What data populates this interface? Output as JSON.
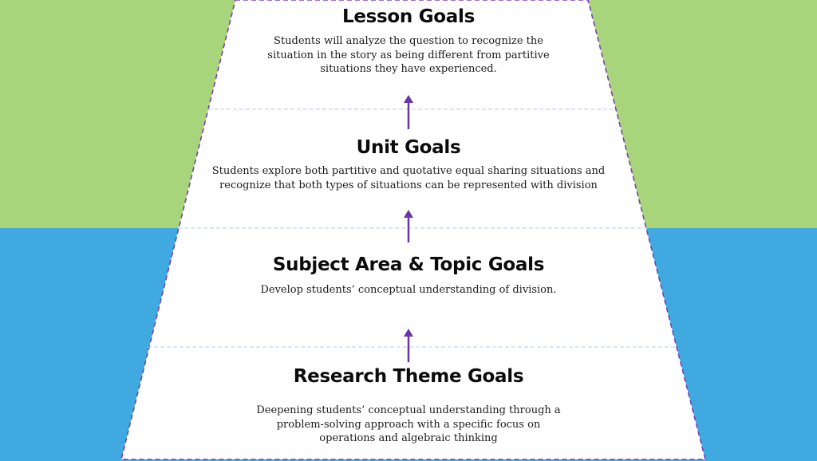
{
  "diagram": {
    "type": "goal-pyramid",
    "colors": {
      "background_top": "#a8d47b",
      "background_bottom": "#40a9e0",
      "trapezoid_fill": "#ffffff",
      "trapezoid_border": "#7a3fb0",
      "divider": "#b9cbe8",
      "arrow": "#6a35a8"
    },
    "tiers": [
      {
        "title": "Lesson Goals",
        "description_lines": [
          "Students will analyze the question to recognize the",
          "situation in the story as being different from partitive",
          "situations they have experienced."
        ]
      },
      {
        "title": "Unit Goals",
        "description_lines": [
          "Students explore both partitive and quotative equal sharing situations and",
          "recognize that both types of situations can be represented with division"
        ]
      },
      {
        "title": "Subject Area & Topic Goals",
        "description_lines": [
          "Develop students’ conceptual understanding of division."
        ]
      },
      {
        "title": "Research Theme Goals",
        "description_lines": [
          "Deepening students’ conceptual understanding through a",
          "problem-solving approach with a specific focus on",
          "operations and algebraic thinking"
        ]
      }
    ],
    "arrows": [
      {
        "from": "Unit Goals",
        "to": "Lesson Goals",
        "icon": "arrow-up-icon"
      },
      {
        "from": "Subject Area & Topic Goals",
        "to": "Unit Goals",
        "icon": "arrow-up-icon"
      },
      {
        "from": "Research Theme Goals",
        "to": "Subject Area & Topic Goals",
        "icon": "arrow-up-icon"
      }
    ]
  }
}
